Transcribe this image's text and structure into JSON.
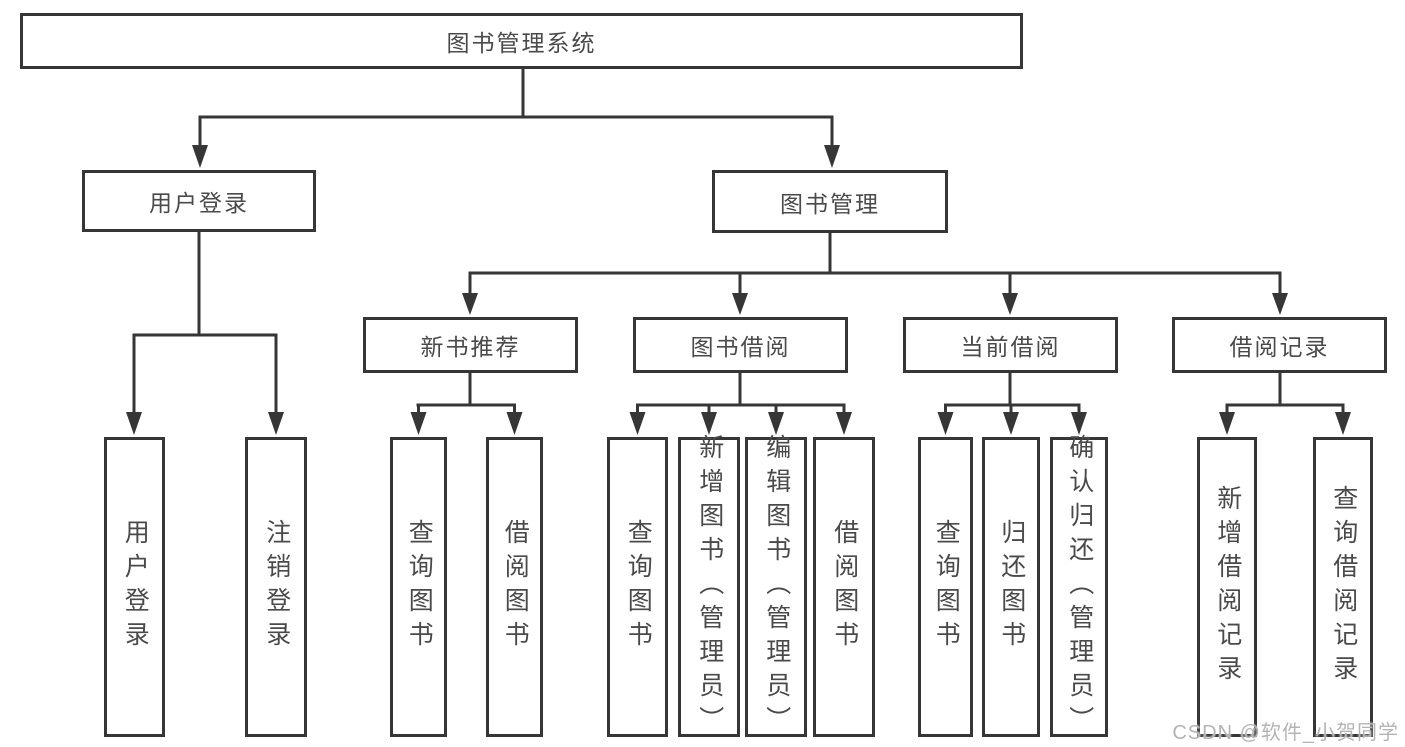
{
  "watermark": "CSDN @软件_小贺同学",
  "colors": {
    "line": "#363636",
    "box_border": "#363636",
    "text": "#4a4a4a",
    "background": "#ffffff",
    "watermark": "#b4b4b4"
  },
  "tree": {
    "root": {
      "label": "图书管理系统",
      "children": [
        {
          "label": "用户登录",
          "children": [
            {
              "label": "用户登录"
            },
            {
              "label": "注销登录"
            }
          ]
        },
        {
          "label": "图书管理",
          "children": [
            {
              "label": "新书推荐",
              "children": [
                {
                  "label": "查询图书"
                },
                {
                  "label": "借阅图书"
                }
              ]
            },
            {
              "label": "图书借阅",
              "children": [
                {
                  "label": "查询图书"
                },
                {
                  "label": "新增图书（管理员）"
                },
                {
                  "label": "编辑图书（管理员）"
                },
                {
                  "label": "借阅图书"
                }
              ]
            },
            {
              "label": "当前借阅",
              "children": [
                {
                  "label": "查询图书"
                },
                {
                  "label": "归还图书"
                },
                {
                  "label": "确认归还（管理员）"
                }
              ]
            },
            {
              "label": "借阅记录",
              "children": [
                {
                  "label": "新增借阅记录"
                },
                {
                  "label": "查询借阅记录"
                }
              ]
            }
          ]
        }
      ]
    }
  }
}
